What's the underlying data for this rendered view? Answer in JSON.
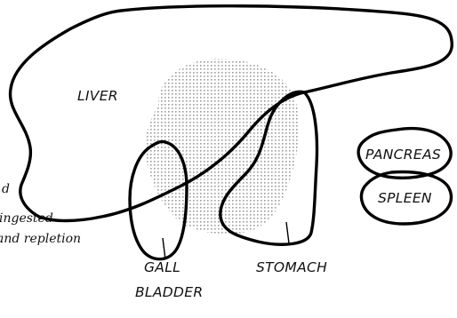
{
  "labels": {
    "liver": "LIVER",
    "pancreas": "PANCREAS",
    "spleen": "SPLEEN",
    "stomach": "STOMACH",
    "gall_line1": "GALL",
    "gall_line2": "BLADDER"
  },
  "side_text": {
    "line1": "d",
    "line2": "ingested",
    "line3": "and repletion"
  },
  "colors": {
    "outline": "#000000",
    "dot_shading": "#8c8c8c",
    "background": "#ffffff"
  }
}
